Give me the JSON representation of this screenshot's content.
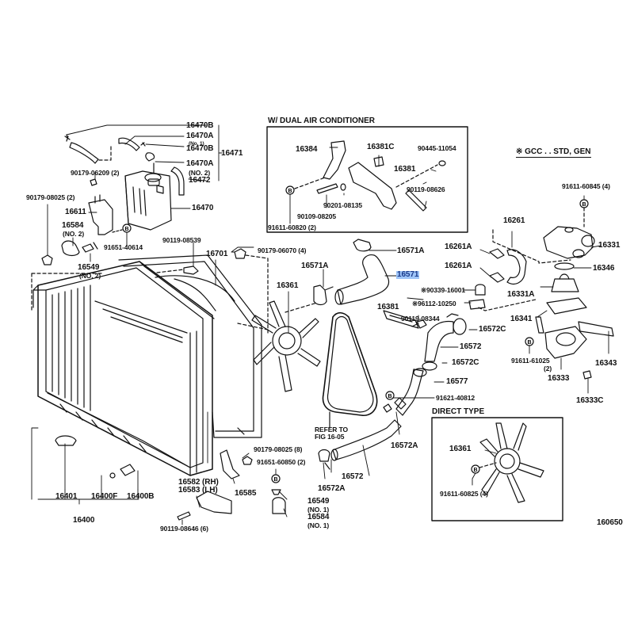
{
  "diagram": {
    "figure_number": "160650",
    "highlighted_part": "16571",
    "insets": {
      "dual_ac_title": "W/ DUAL AIR CONDITIONER",
      "direct_type_title": "DIRECT TYPE",
      "gcc_note": "※ GCC . . STD, GEN"
    },
    "bolt_marker": "B",
    "reservoir": {
      "p16470B_a": "16470B",
      "p16470A_a": "16470A",
      "p16470A_a_sub": "(No. 1)",
      "p16470B_b": "16470B",
      "p16471": "16471",
      "p16470A_b": "16470A",
      "p16470A_b_sub": "(NO. 2)",
      "p16472": "16472",
      "p16470": "16470",
      "p90179_06209": "90179-06209 (2)"
    },
    "left_brackets": {
      "p90179_08025_2": "90179-08025 (2)",
      "p16611": "16611",
      "p16584_2": "16584",
      "p16584_2_sub": "(NO. 2)",
      "p91651_40614": "91651-40614",
      "p16549_2": "16549",
      "p16549_2_sub": "(NO. 2)",
      "p90119_08539": "90119-08539",
      "p16701": "16701",
      "p90179_06070": "90179-06070 (4)"
    },
    "dual_ac": {
      "p16384": "16384",
      "p16381C": "16381C",
      "p90445_11054": "90445-11054",
      "p16381": "16381",
      "p90119_08626": "90119-08626",
      "p90201_08135": "90201-08135",
      "p90109_08205": "90109-08205",
      "p91611_60820": "91611-60820 (2)"
    },
    "center_hoses": {
      "p16571A_top": "16571A",
      "p16571A": "16571A",
      "p16571": "16571",
      "p16361": "16361",
      "p90339_16001": "※90339-16001",
      "p96112_10250": "※96112-10250",
      "p16381": "16381",
      "p90119_08344": "90119-08344",
      "p16572C_a": "16572C",
      "p16572_a": "16572",
      "p16572C_b": "16572C",
      "p16577": "16577",
      "p91621_40812": "91621-40812",
      "refer_to": "REFER TO",
      "refer_fig": "FIG 16-05",
      "p16572A_a": "16572A",
      "p16572_b": "16572",
      "p16572A_b": "16572A"
    },
    "thermostat": {
      "p91611_60845": "91611-60845 (4)",
      "p16261": "16261",
      "p16331": "16331",
      "p16261A_a": "16261A",
      "p16346": "16346",
      "p16261A_b": "16261A",
      "p16331A": "16331A",
      "p16341": "16341",
      "p91611_61025": "91611-61025",
      "p91611_61025_sub": "(2)",
      "p16343": "16343",
      "p16333": "16333",
      "p16333C": "16333C"
    },
    "direct_type": {
      "p16361": "16361",
      "p91611_60825": "91611-60825 (4)"
    },
    "bottom": {
      "p16401": "16401",
      "p16400F": "16400F",
      "p16400B": "16400B",
      "p16400": "16400",
      "p16582": "16582 (RH)",
      "p16583": "16583 (LH)",
      "p90119_08646": "90119-08646 (6)",
      "p16585": "16585",
      "p90179_08025_8": "90179-08025 (8)",
      "p91651_60850": "91651-60850 (2)",
      "p16549_1": "16549",
      "p16549_1_sub": "(NO. 1)",
      "p16584_1": "16584",
      "p16584_1_sub": "(NO. 1)"
    }
  }
}
